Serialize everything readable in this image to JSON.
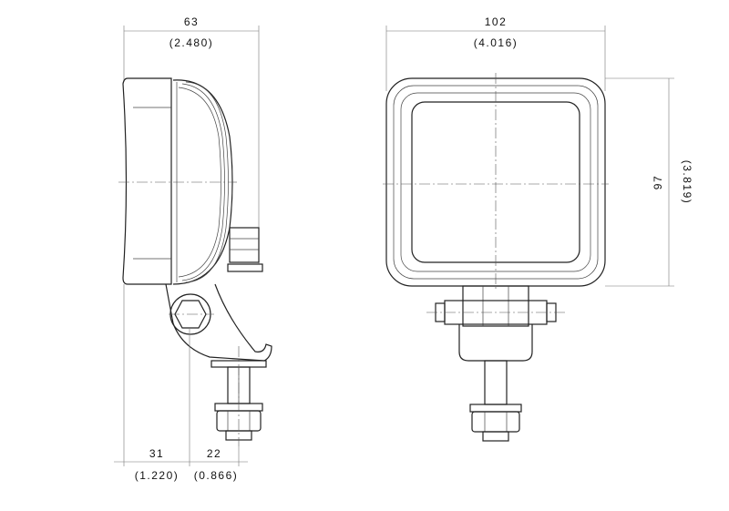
{
  "side_view": {
    "width_mm": "63",
    "width_in": "(2.480)",
    "bottom_left_mm": "31",
    "bottom_left_in": "(1.220)",
    "bottom_right_mm": "22",
    "bottom_right_in": "(0.866)"
  },
  "front_view": {
    "width_mm": "102",
    "width_in": "(4.016)",
    "height_mm": "97",
    "height_in": "(3.819)"
  },
  "colors": {
    "line": "#222222",
    "background": "#ffffff"
  }
}
